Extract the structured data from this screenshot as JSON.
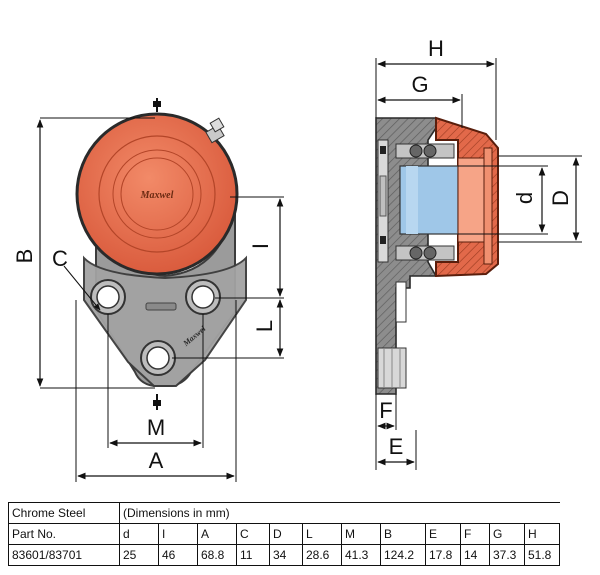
{
  "drawing": {
    "dimension_labels": {
      "B": "B",
      "C": "C",
      "I": "I",
      "L": "L",
      "M": "M",
      "A": "A",
      "H": "H",
      "G": "G",
      "d": "d",
      "D": "D",
      "F": "F",
      "E": "E"
    },
    "brand_mark": "Maxwel",
    "colors": {
      "housing": "#9a9a9a",
      "housing_dark": "#5a5a5a",
      "cover": "#e8704d",
      "cover_dark": "#7a2a14",
      "bearing_blue": "#9fc7e8"
    }
  },
  "table": {
    "header_left": "Chrome Steel",
    "header_right": "(Dimensions in mm)",
    "columns": [
      "Part No.",
      "d",
      "I",
      "A",
      "C",
      "D",
      "L",
      "M",
      "B",
      "E",
      "F",
      "G",
      "H"
    ],
    "row": [
      "83601/83701",
      "25",
      "46",
      "68.8",
      "11",
      "34",
      "28.6",
      "41.3",
      "124.2",
      "17.8",
      "14",
      "37.3",
      "51.8"
    ]
  }
}
